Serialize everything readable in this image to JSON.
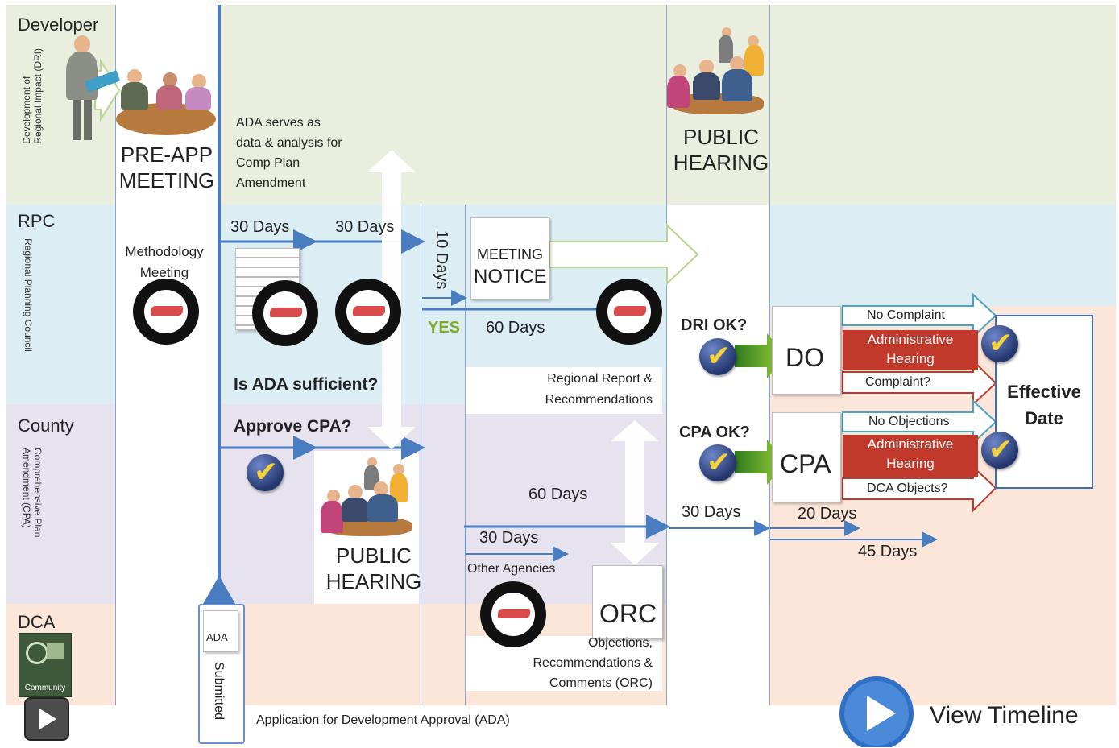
{
  "lanes": {
    "developer": {
      "title": "Developer",
      "sub": "Development of\nRegional Impact (DRI)"
    },
    "rpc": {
      "title": "RPC",
      "sub": "Regional Planning Council"
    },
    "county": {
      "title": "County",
      "sub": "Comprehensive Plan\nAmendment (CPA)"
    },
    "dca": {
      "title": "DCA",
      "logo_text": "Community"
    }
  },
  "pre_app": "PRE-APP\nMEETING",
  "methodology": "Methodology\nMeeting",
  "ada_note": "ADA serves as\ndata & analysis for\nComp Plan\nAmendment",
  "days": {
    "rpc_30a": "30 Days",
    "rpc_30b": "30 Days",
    "rpc_10": "10 Days",
    "rpc_60": "60 Days",
    "county_60": "60 Days",
    "county_30": "30 Days",
    "cpa_30": "30 Days",
    "cpa_20": "20 Days",
    "cpa_45": "45 Days"
  },
  "yes_label": "YES",
  "meeting_notice": {
    "line1": "MEETING",
    "line2": "NOTICE"
  },
  "is_ada_sufficient": "Is ADA sufficient?",
  "approve_cpa": "Approve CPA?",
  "public_hearing": "PUBLIC\nHEARING",
  "regional_report": "Regional Report &\nRecommendations",
  "other_agencies": "Other Agencies",
  "orc": {
    "title": "ORC",
    "desc": "Objections,\nRecommendations &\nComments (ORC)"
  },
  "dri_ok": "DRI OK?",
  "cpa_ok": "CPA OK?",
  "do_label": "DO",
  "cpa_label": "CPA",
  "dri_outcomes": {
    "no_complaint": "No Complaint",
    "admin_hearing": "Administrative\nHearing",
    "complaint": "Complaint?"
  },
  "cpa_outcomes": {
    "no_objections": "No Objections",
    "admin_hearing": "Administrative\nHearing",
    "dca_objects": "DCA Objects?"
  },
  "effective_date": "Effective\nDate",
  "ada_box": {
    "label": "ADA",
    "submitted": "Submitted"
  },
  "footer_caption": "Application for Development Approval (ADA)",
  "view_timeline": "View Timeline",
  "colors": {
    "developer_lane": "#e9eedf",
    "rpc_lane": "#dcedf4",
    "county_lane": "#e6e2ee",
    "dca_lane": "#fbe6d9",
    "arrow_blue": "#4a7cc0",
    "yes_green": "#7fae2c",
    "red": "#c0392b"
  },
  "icons": [
    "play-icon",
    "seal-icon",
    "check-icon",
    "document-icon",
    "people-icon",
    "timeline-play-icon"
  ]
}
